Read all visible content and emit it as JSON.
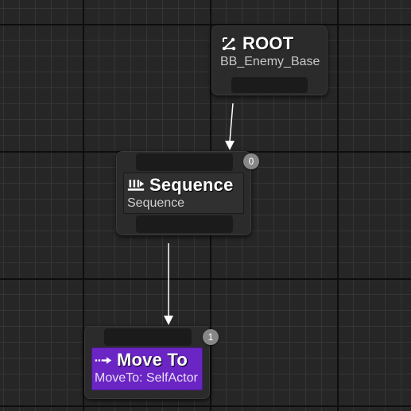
{
  "nodes": {
    "root": {
      "title": "ROOT",
      "subtitle": "BB_Enemy_Base",
      "icon": "root-branch-icon"
    },
    "sequence": {
      "title": "Sequence",
      "subtitle": "Sequence",
      "icon": "sequence-icon",
      "order_index": "0"
    },
    "move_to": {
      "title": "Move To",
      "subtitle": "MoveTo: SelfActor",
      "icon": "move-to-arrow-icon",
      "order_index": "1"
    }
  },
  "colors": {
    "graph_background": "#262626",
    "node_background": "#2b2b2b",
    "task_node_accent": "#6a25c4",
    "wire": "#ffffff",
    "order_badge": "#878787"
  }
}
